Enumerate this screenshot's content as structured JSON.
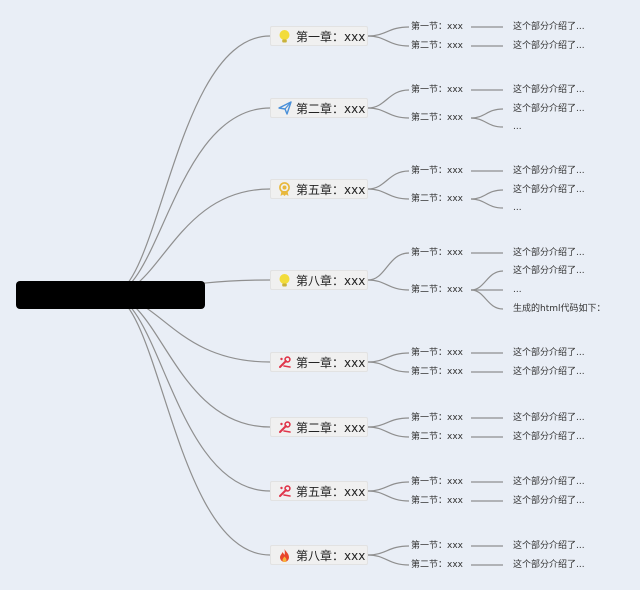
{
  "chapters": [
    {
      "label": "第一章：xxx",
      "icon": "bulb-icon",
      "icon_color": "#f2dc3a",
      "sections": [
        {
          "label": "第一节：xxx",
          "details": [
            "这个部分介绍了..."
          ]
        },
        {
          "label": "第二节：xxx",
          "details": [
            "这个部分介绍了..."
          ]
        }
      ]
    },
    {
      "label": "第二章：xxx",
      "icon": "paper-plane-icon",
      "icon_color": "#4a90d9",
      "sections": [
        {
          "label": "第一节：xxx",
          "details": [
            "这个部分介绍了..."
          ]
        },
        {
          "label": "第二节：xxx",
          "details": [
            "这个部分介绍了...",
            "..."
          ]
        }
      ]
    },
    {
      "label": "第五章：xxx",
      "icon": "award-ribbon-icon",
      "icon_color": "#e8b83c",
      "sections": [
        {
          "label": "第一节：xxx",
          "details": [
            "这个部分介绍了..."
          ]
        },
        {
          "label": "第二节：xxx",
          "details": [
            "这个部分介绍了...",
            "..."
          ]
        }
      ]
    },
    {
      "label": "第八章：xxx",
      "icon": "bulb-icon",
      "icon_color": "#f2dc3a",
      "sections": [
        {
          "label": "第一节：xxx",
          "details": [
            "这个部分介绍了..."
          ]
        },
        {
          "label": "第二节：xxx",
          "details": [
            "这个部分介绍了...",
            "...",
            "生成的html代码如下："
          ]
        }
      ]
    },
    {
      "label": "第一章：xxx",
      "icon": "tools-icon",
      "icon_color": "#e0354a",
      "sections": [
        {
          "label": "第一节：xxx",
          "details": [
            "这个部分介绍了..."
          ]
        },
        {
          "label": "第二节：xxx",
          "details": [
            "这个部分介绍了..."
          ]
        }
      ]
    },
    {
      "label": "第二章：xxx",
      "icon": "tools-icon",
      "icon_color": "#e0354a",
      "sections": [
        {
          "label": "第一节：xxx",
          "details": [
            "这个部分介绍了..."
          ]
        },
        {
          "label": "第二节：xxx",
          "details": [
            "这个部分介绍了..."
          ]
        }
      ]
    },
    {
      "label": "第五章：xxx",
      "icon": "tools-icon",
      "icon_color": "#e0354a",
      "sections": [
        {
          "label": "第一节：xxx",
          "details": [
            "这个部分介绍了..."
          ]
        },
        {
          "label": "第二节：xxx",
          "details": [
            "这个部分介绍了..."
          ]
        }
      ]
    },
    {
      "label": "第八章：xxx",
      "icon": "fire-icon",
      "icon_color": "#e8452c",
      "sections": [
        {
          "label": "第一节：xxx",
          "details": [
            "这个部分介绍了..."
          ]
        },
        {
          "label": "第二节：xxx",
          "details": [
            "这个部分介绍了..."
          ]
        }
      ]
    }
  ],
  "colors": {
    "background": "#e9eef6",
    "connector": "#8f8f8f",
    "root_fill": "#000000"
  }
}
